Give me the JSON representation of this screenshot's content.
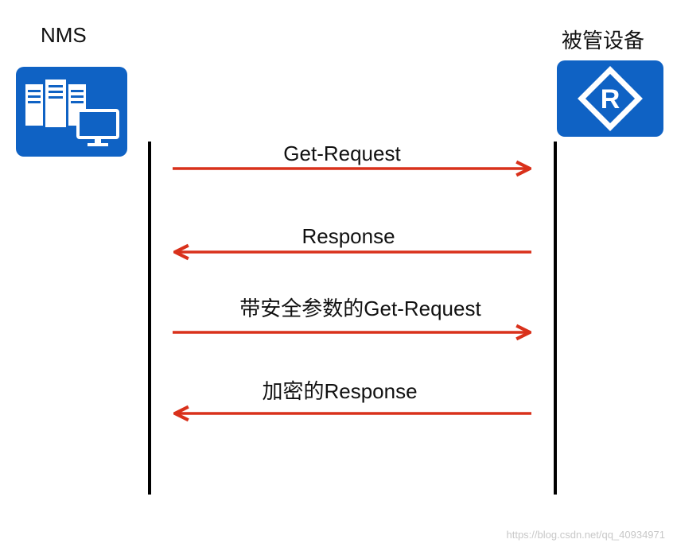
{
  "actors": {
    "left": {
      "name": "NMS",
      "icon": "server-monitor-icon"
    },
    "right": {
      "name": "被管设备",
      "icon": "router-icon"
    }
  },
  "messages": [
    {
      "label": "Get-Request",
      "direction": "right"
    },
    {
      "label": "Response",
      "direction": "left"
    },
    {
      "label": "带安全参数的Get-Request",
      "direction": "right"
    },
    {
      "label": "加密的Response",
      "direction": "left"
    }
  ],
  "colors": {
    "arrow": "#d9311b",
    "icon_bg": "#0f62c4",
    "lifeline": "#000000"
  },
  "watermark": "https://blog.csdn.net/qq_40934971"
}
